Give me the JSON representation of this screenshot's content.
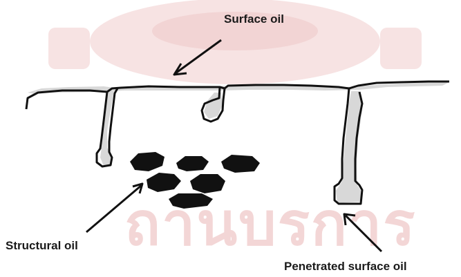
{
  "labels": {
    "surface_oil": "Surface oil",
    "structural_oil": "Structural oil",
    "penetrated_surface_oil": "Penetrated surface oil"
  },
  "watermark": {
    "text": "ถานบรการ"
  },
  "colors": {
    "outline": "#111111",
    "oil_fill": "#d8d8d8",
    "structural_oil": "#111111",
    "watermark": "#f3d6d6",
    "background": "#ffffff"
  }
}
